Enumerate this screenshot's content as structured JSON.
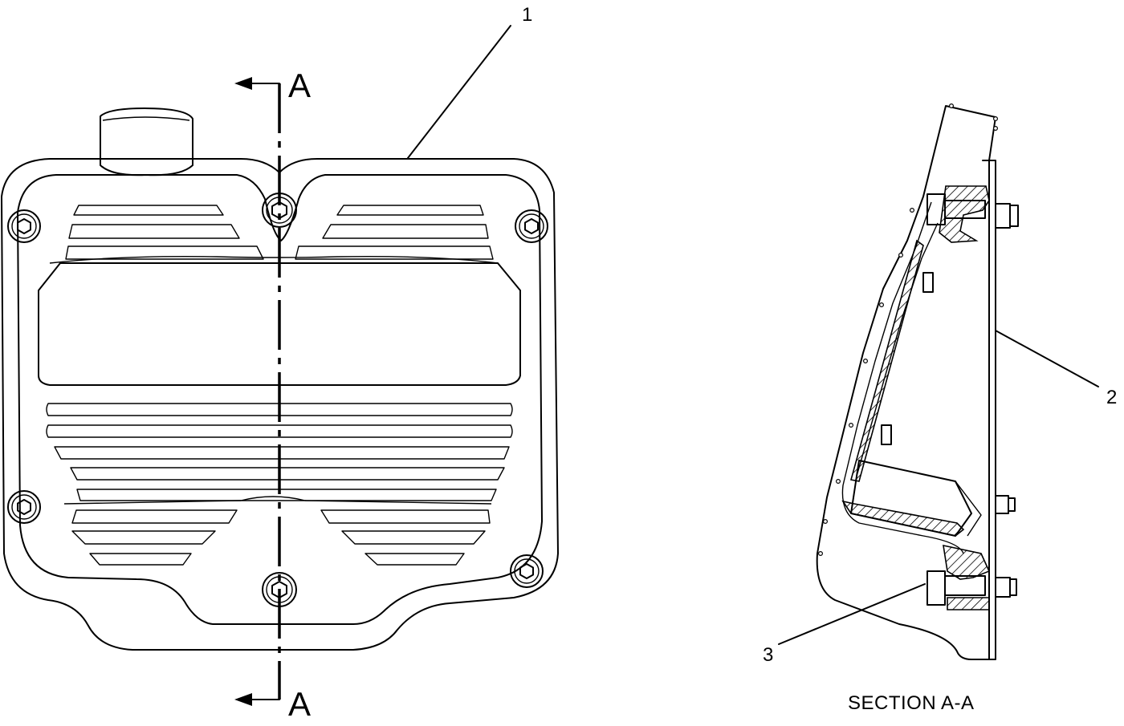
{
  "callouts": {
    "c1": "1",
    "c2": "2",
    "c3": "3"
  },
  "section_marks": {
    "top": "A",
    "bottom": "A"
  },
  "caption": "SECTION A-A"
}
